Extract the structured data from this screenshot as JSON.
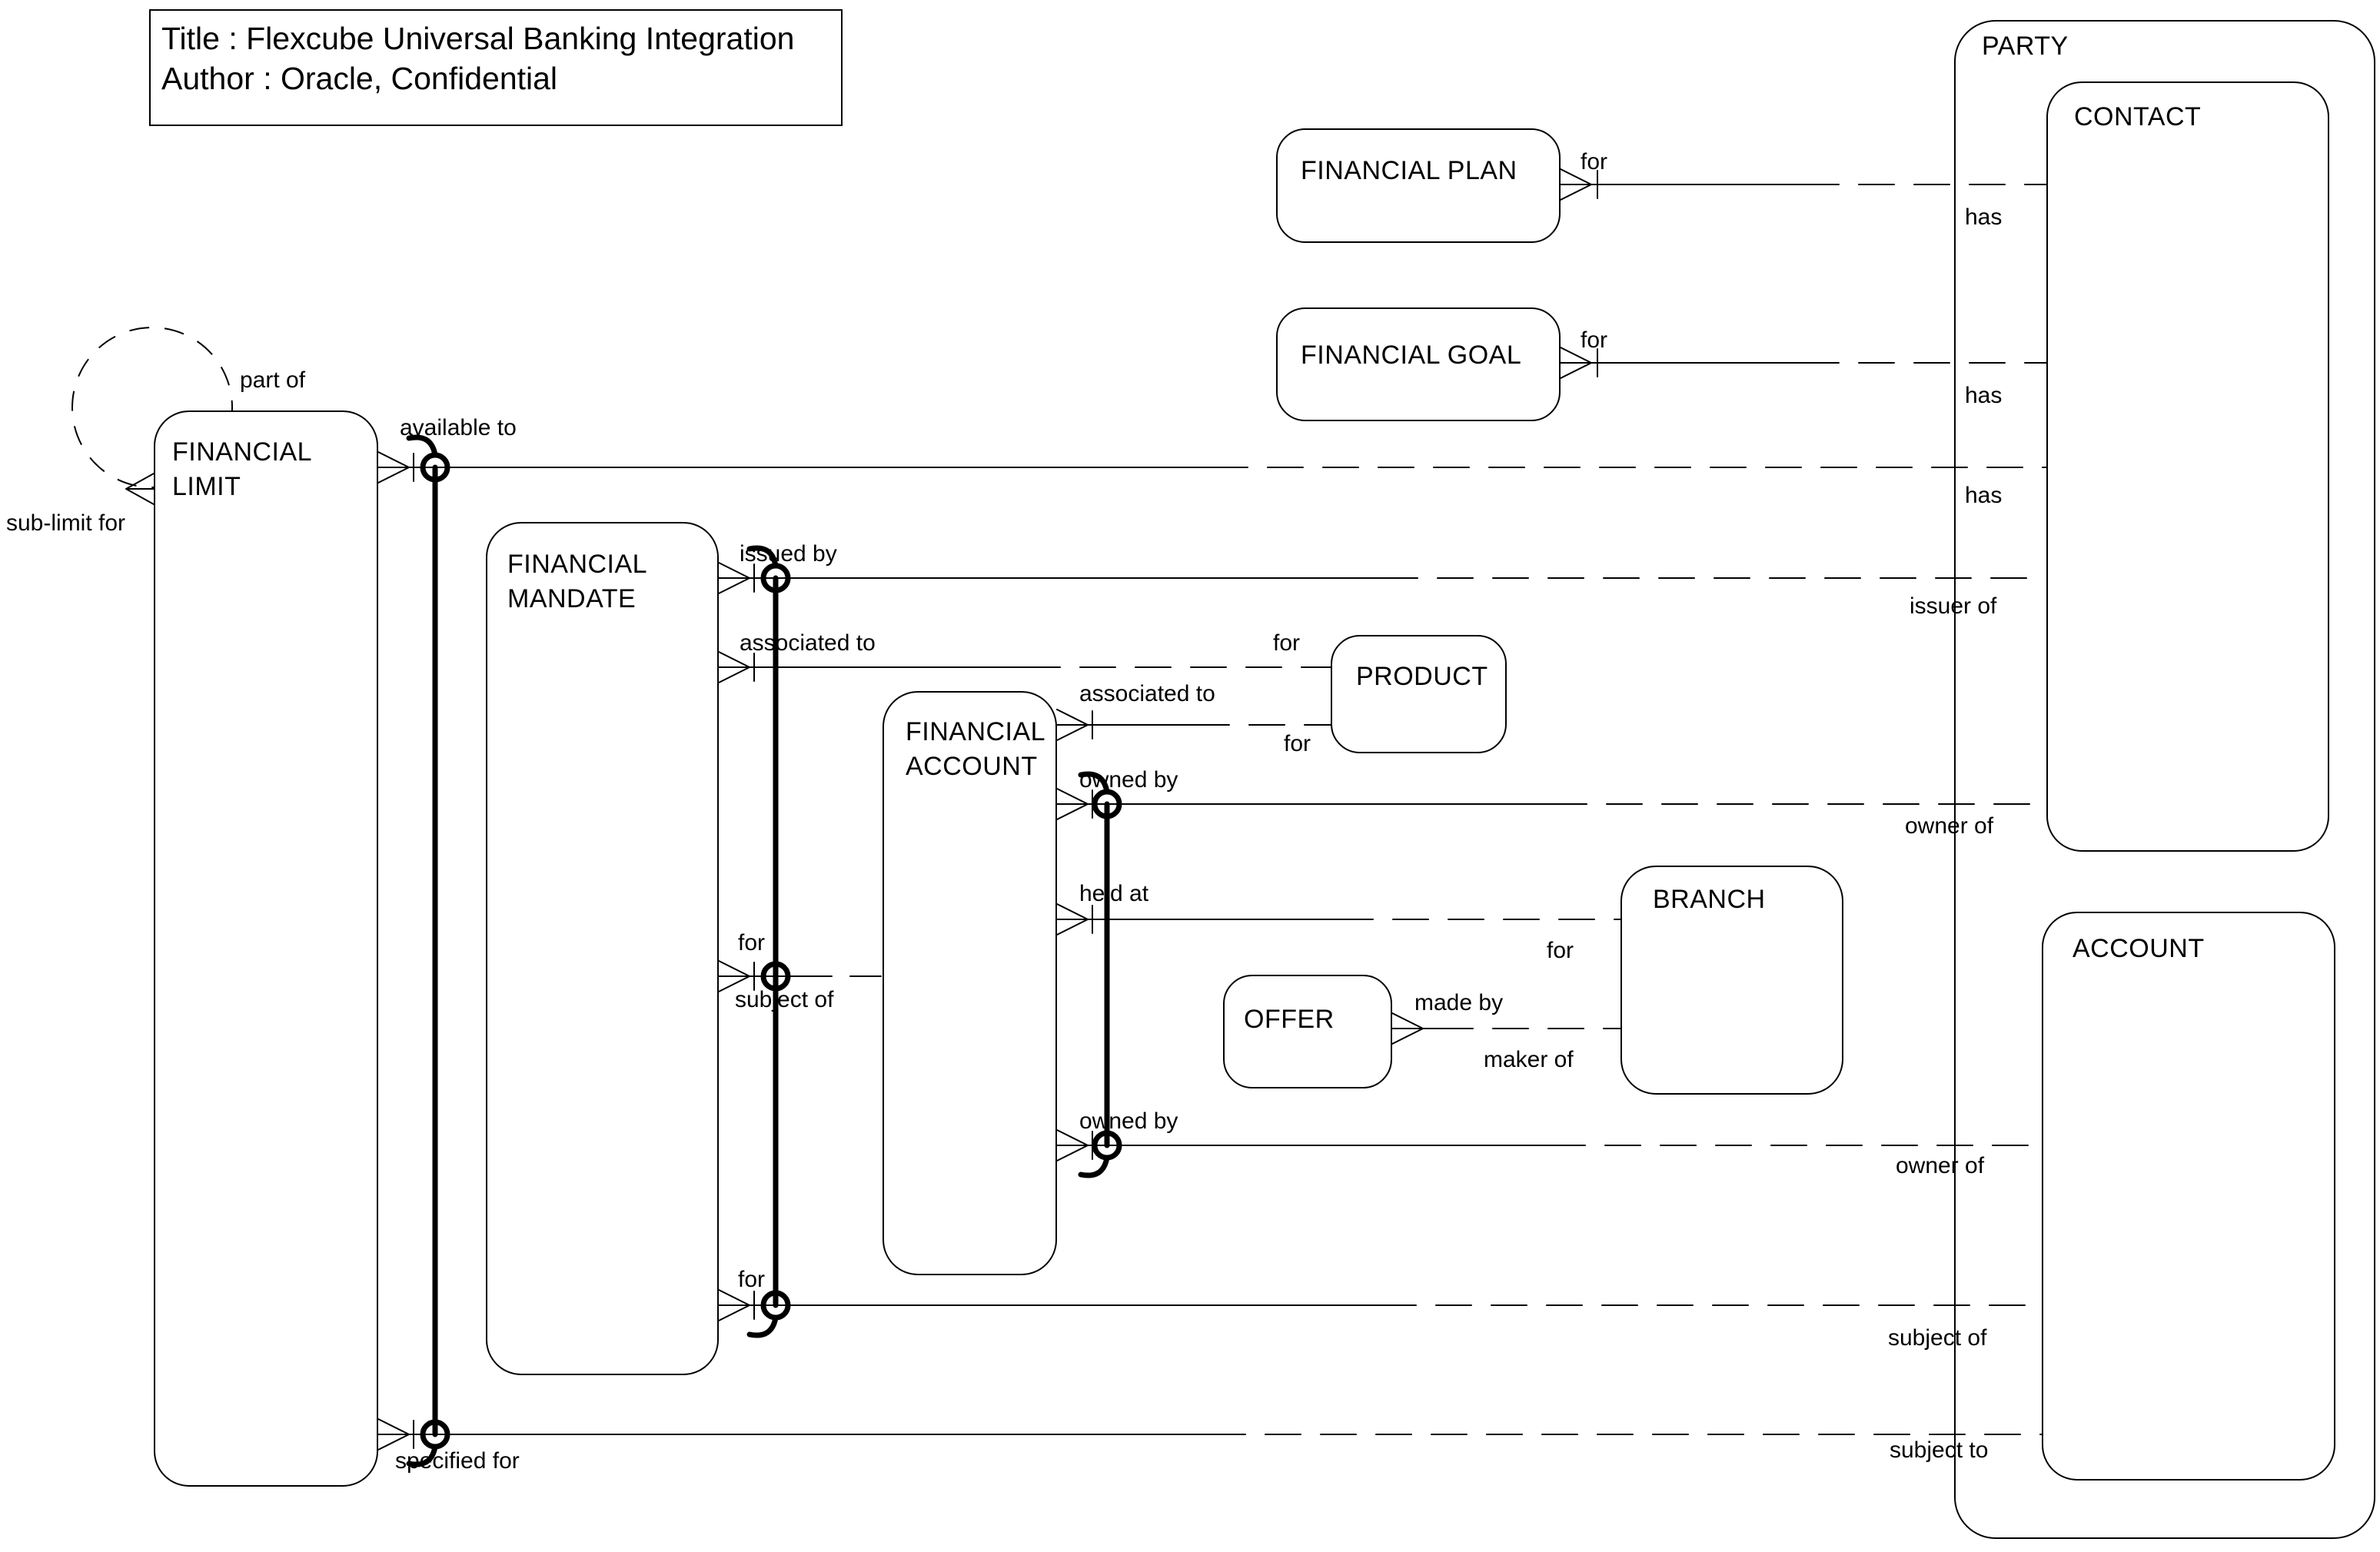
{
  "title_block": {
    "line1": "Title : Flexcube Universal Banking Integration",
    "line2": "Author : Oracle, Confidential"
  },
  "diagram_type": "entity-relationship-diagram",
  "notation": "barker-crows-foot",
  "colors": {
    "ink": "#000000",
    "background": "#ffffff"
  },
  "entities": {
    "financial_limit": "FINANCIAL\nLIMIT",
    "financial_mandate": "FINANCIAL\nMANDATE",
    "financial_account": "FINANCIAL\nACCOUNT",
    "financial_plan": "FINANCIAL PLAN",
    "financial_goal": "FINANCIAL GOAL",
    "product": "PRODUCT",
    "offer": "OFFER",
    "branch": "BRANCH",
    "party": "PARTY",
    "contact": "CONTACT",
    "account": "ACCOUNT"
  },
  "relationships": [
    {
      "id": "limit-self-loop",
      "from": "FINANCIAL LIMIT",
      "to": "FINANCIAL LIMIT",
      "near": "part of",
      "far": "sub-limit for"
    },
    {
      "id": "plan-contact",
      "from": "FINANCIAL PLAN",
      "to": "CONTACT",
      "near": "for",
      "far": "has"
    },
    {
      "id": "goal-contact",
      "from": "FINANCIAL GOAL",
      "to": "CONTACT",
      "near": "for",
      "far": "has"
    },
    {
      "id": "limit-contact",
      "from": "FINANCIAL LIMIT",
      "to": "CONTACT",
      "near": "available to",
      "far": "has"
    },
    {
      "id": "mandate-contact",
      "from": "FINANCIAL MANDATE",
      "to": "CONTACT",
      "near": "issued by",
      "far": "issuer of"
    },
    {
      "id": "mandate-product",
      "from": "FINANCIAL MANDATE",
      "to": "PRODUCT",
      "near": "associated to",
      "far": "for"
    },
    {
      "id": "financial-account-product",
      "from": "FINANCIAL ACCOUNT",
      "to": "PRODUCT",
      "near": "associated to",
      "far": "for"
    },
    {
      "id": "financial-account-contact",
      "from": "FINANCIAL ACCOUNT",
      "to": "CONTACT",
      "near": "owned by",
      "far": "owner of"
    },
    {
      "id": "financial-account-branch",
      "from": "FINANCIAL ACCOUNT",
      "to": "BRANCH",
      "near": "held at",
      "far": "for"
    },
    {
      "id": "mandate-financial-account",
      "from": "FINANCIAL MANDATE",
      "to": "FINANCIAL ACCOUNT",
      "near": "for",
      "far": "subject of"
    },
    {
      "id": "offer-branch",
      "from": "OFFER",
      "to": "BRANCH",
      "near": "made by",
      "far": "maker of"
    },
    {
      "id": "financial-account-account",
      "from": "FINANCIAL ACCOUNT",
      "to": "ACCOUNT",
      "near": "owned by",
      "far": "owner of"
    },
    {
      "id": "mandate-account",
      "from": "FINANCIAL MANDATE",
      "to": "ACCOUNT",
      "near": "for",
      "far": "subject of"
    },
    {
      "id": "limit-account",
      "from": "FINANCIAL LIMIT",
      "to": "ACCOUNT",
      "near": "specified for",
      "far": "subject to"
    }
  ]
}
